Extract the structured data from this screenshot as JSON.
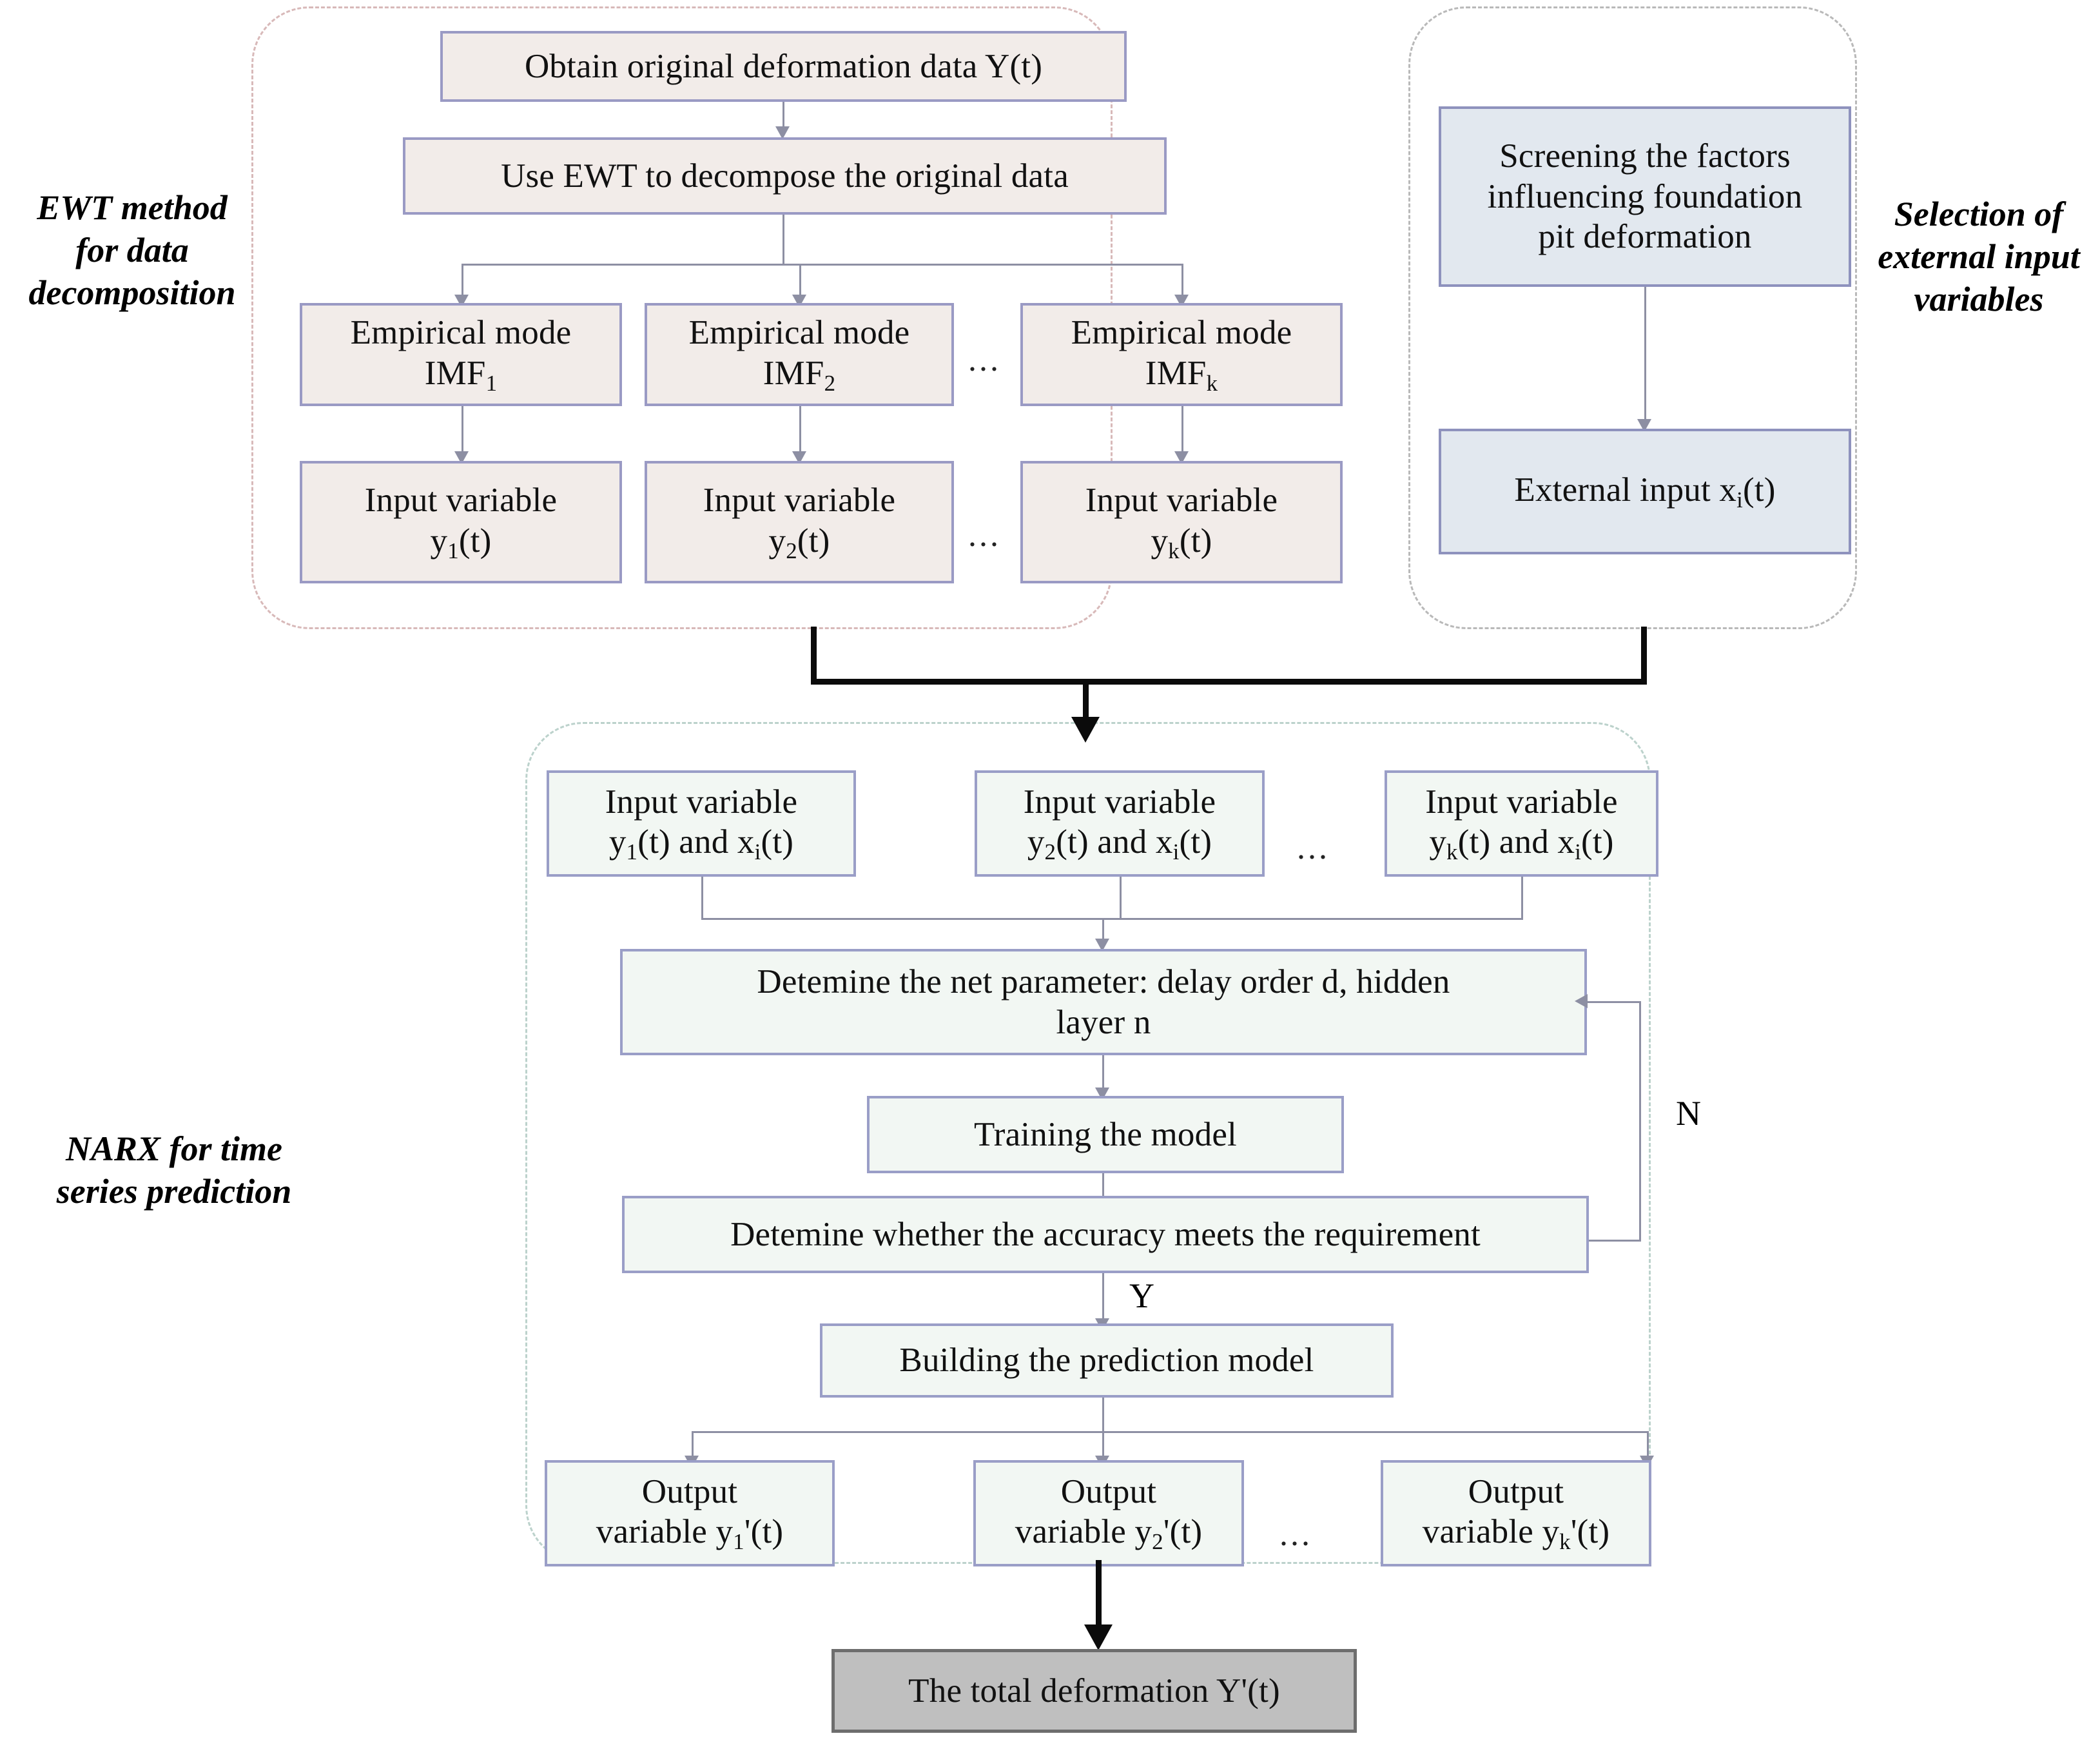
{
  "diagram": {
    "title": "EWT-NARX foundation pit deformation prediction flowchart",
    "side_labels": {
      "ewt": "EWT method\nfor data\ndecomposition",
      "selection": "Selection of\nexternal input\nvariables",
      "narx": "NARX for time\nseries prediction"
    },
    "ellipsis": "...",
    "branch_labels": {
      "no": "N",
      "yes": "Y"
    },
    "colors": {
      "beige_fill": "#f2ece9",
      "blue_fill": "#e2e8ef",
      "mint_fill": "#f2f7f3",
      "gray_fill": "#bfbfbf",
      "node_border": "#9a9ac4",
      "gray_border": "#6d6d6d",
      "connector": "#8d8fa3",
      "thick_connector": "#0b0b0b",
      "panel_ewt_border": "#d8b9b9",
      "panel_selection_border": "#b9b9b9",
      "panel_narx_border": "#bcd2cc"
    },
    "ewt_panel": {
      "obtain": "Obtain original deformation data Y(t)",
      "decompose": "Use EWT to decompose the original data",
      "imf": [
        {
          "line1": "Empirical mode",
          "line2_pre": "IMF",
          "line2_sub": "1"
        },
        {
          "line1": "Empirical mode",
          "line2_pre": "IMF",
          "line2_sub": "2"
        },
        {
          "line1": "Empirical mode",
          "line2_pre": "IMF",
          "line2_sub": "k"
        }
      ],
      "inputs": [
        {
          "line1": "Input variable",
          "line2_pre": "y",
          "line2_sub": "1",
          "line2_post": "(t)"
        },
        {
          "line1": "Input variable",
          "line2_pre": "y",
          "line2_sub": "2",
          "line2_post": "(t)"
        },
        {
          "line1": "Input variable",
          "line2_pre": "y",
          "line2_sub": "k",
          "line2_post": "(t)"
        }
      ]
    },
    "selection_panel": {
      "screening": "Screening the factors\ninfluencing foundation\npit deformation",
      "external_pre": "External input x",
      "external_sub": "i",
      "external_post": "(t)"
    },
    "narx_panel": {
      "inputs": [
        {
          "line1": "Input variable",
          "y_pre": "y",
          "y_sub": "1",
          "mid": "(t) and x",
          "x_sub": "i",
          "post": "(t)"
        },
        {
          "line1": "Input variable",
          "y_pre": "y",
          "y_sub": "2",
          "mid": "(t) and x",
          "x_sub": "i",
          "post": "(t)"
        },
        {
          "line1": "Input variable",
          "y_pre": "y",
          "y_sub": "k",
          "mid": "(t) and x",
          "x_sub": "i",
          "post": "(t)"
        }
      ],
      "determine_param": "Detemine the net parameter: delay order d, hidden\nlayer n",
      "training": "Training the model",
      "accuracy": "Detemine whether the accuracy meets the requirement",
      "building": "Building the prediction model",
      "outputs": [
        {
          "line1": "Output",
          "line2_pre": "variable y",
          "line2_sub": "1",
          "line2_post": "'(t)"
        },
        {
          "line1": "Output",
          "line2_pre": "variable y",
          "line2_sub": "2",
          "line2_post": "'(t)"
        },
        {
          "line1": "Output",
          "line2_pre": "variable y",
          "line2_sub": "k",
          "line2_post": "'(t)"
        }
      ]
    },
    "result": "The total deformation Y'(t)"
  }
}
